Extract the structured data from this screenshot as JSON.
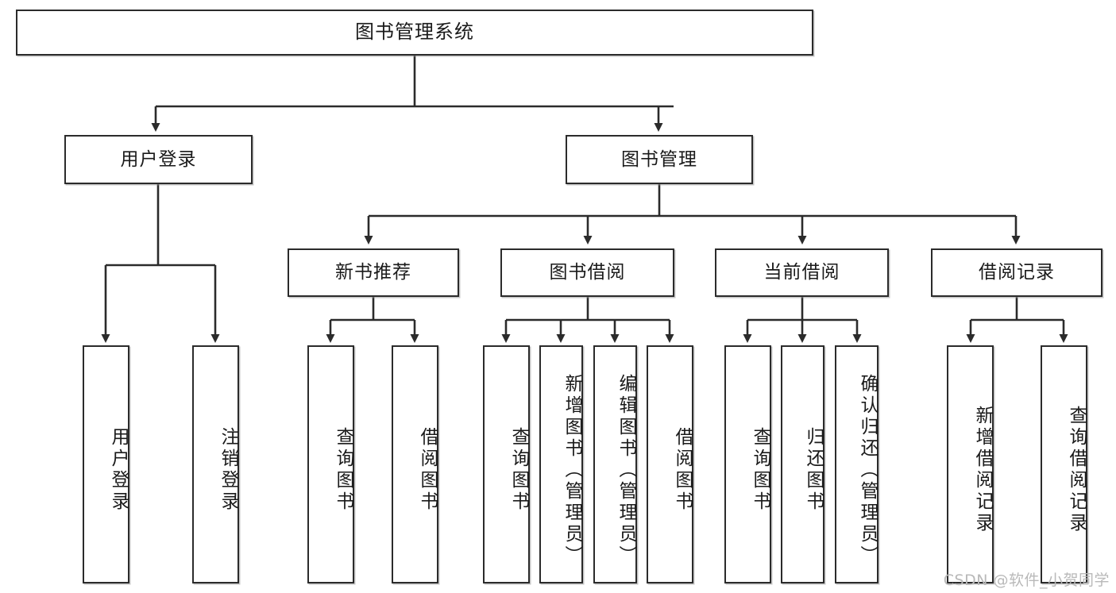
{
  "diagram": {
    "type": "tree-hierarchy",
    "title": "图书管理系统",
    "watermark": "CSDN @软件_小贺同学",
    "colors": {
      "box_border": "#2b2b2b",
      "box_fill": "#ffffff",
      "connector": "#2b2b2b",
      "text": "#1a1a1a",
      "watermark": "#b9b9b9",
      "background": "#ffffff"
    },
    "levels": {
      "level1": [
        {
          "id": "root",
          "label": "图书管理系统"
        }
      ],
      "level2": [
        {
          "id": "user-login",
          "label": "用户登录"
        },
        {
          "id": "book-manage",
          "label": "图书管理"
        }
      ],
      "level3": [
        {
          "id": "new-book-rec",
          "label": "新书推荐"
        },
        {
          "id": "book-borrow",
          "label": "图书借阅"
        },
        {
          "id": "current-borrow",
          "label": "当前借阅"
        },
        {
          "id": "borrow-record",
          "label": "借阅记录"
        }
      ],
      "leaves": [
        {
          "id": "leaf-user-login",
          "parent": "user-login",
          "label": "用户登录"
        },
        {
          "id": "leaf-logout",
          "parent": "user-login",
          "label": "注销登录"
        },
        {
          "id": "leaf-query-book-1",
          "parent": "new-book-rec",
          "label": "查询图书"
        },
        {
          "id": "leaf-borrow-book-1",
          "parent": "new-book-rec",
          "label": "借阅图书"
        },
        {
          "id": "leaf-query-book-2",
          "parent": "book-borrow",
          "label": "查询图书"
        },
        {
          "id": "leaf-add-book",
          "parent": "book-borrow",
          "label": "新增图书（管理员）"
        },
        {
          "id": "leaf-edit-book",
          "parent": "book-borrow",
          "label": "编辑图书（管理员）"
        },
        {
          "id": "leaf-borrow-book-2",
          "parent": "book-borrow",
          "label": "借阅图书"
        },
        {
          "id": "leaf-query-book-3",
          "parent": "current-borrow",
          "label": "查询图书"
        },
        {
          "id": "leaf-return-book",
          "parent": "current-borrow",
          "label": "归还图书"
        },
        {
          "id": "leaf-confirm-return",
          "parent": "current-borrow",
          "label": "确认归还（管理员）"
        },
        {
          "id": "leaf-add-record",
          "parent": "borrow-record",
          "label": "新增借阅记录"
        },
        {
          "id": "leaf-query-record",
          "parent": "borrow-record",
          "label": "查询借阅记录"
        }
      ]
    }
  }
}
